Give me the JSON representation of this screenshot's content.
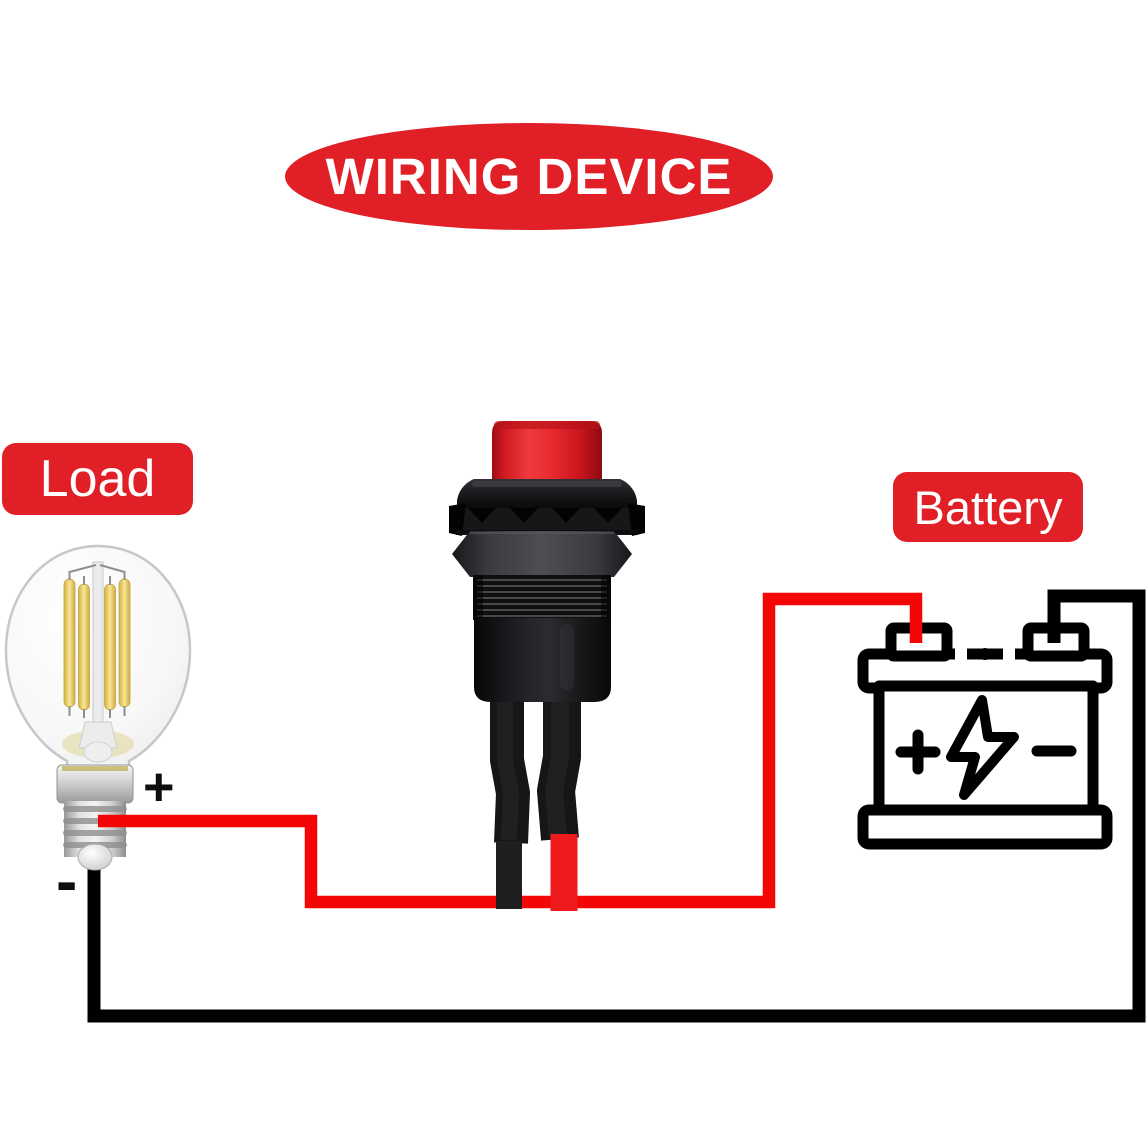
{
  "header": {
    "title": "WIRING DEVICE"
  },
  "load": {
    "label": "Load",
    "polarity_positive": "+",
    "polarity_negative": "-"
  },
  "battery": {
    "label": "Battery"
  },
  "icons": {
    "load": "led-filament-bulb-icon",
    "switch": "push-button-switch-icon",
    "battery": "car-battery-icon"
  },
  "colors": {
    "accent_red": "#e01f26",
    "wire_red": "#f50606",
    "wire_black": "#000000",
    "switch_cap_red": "#e42a30",
    "filament_yellow": "#f0d87c",
    "label_text": "#ffffff"
  }
}
